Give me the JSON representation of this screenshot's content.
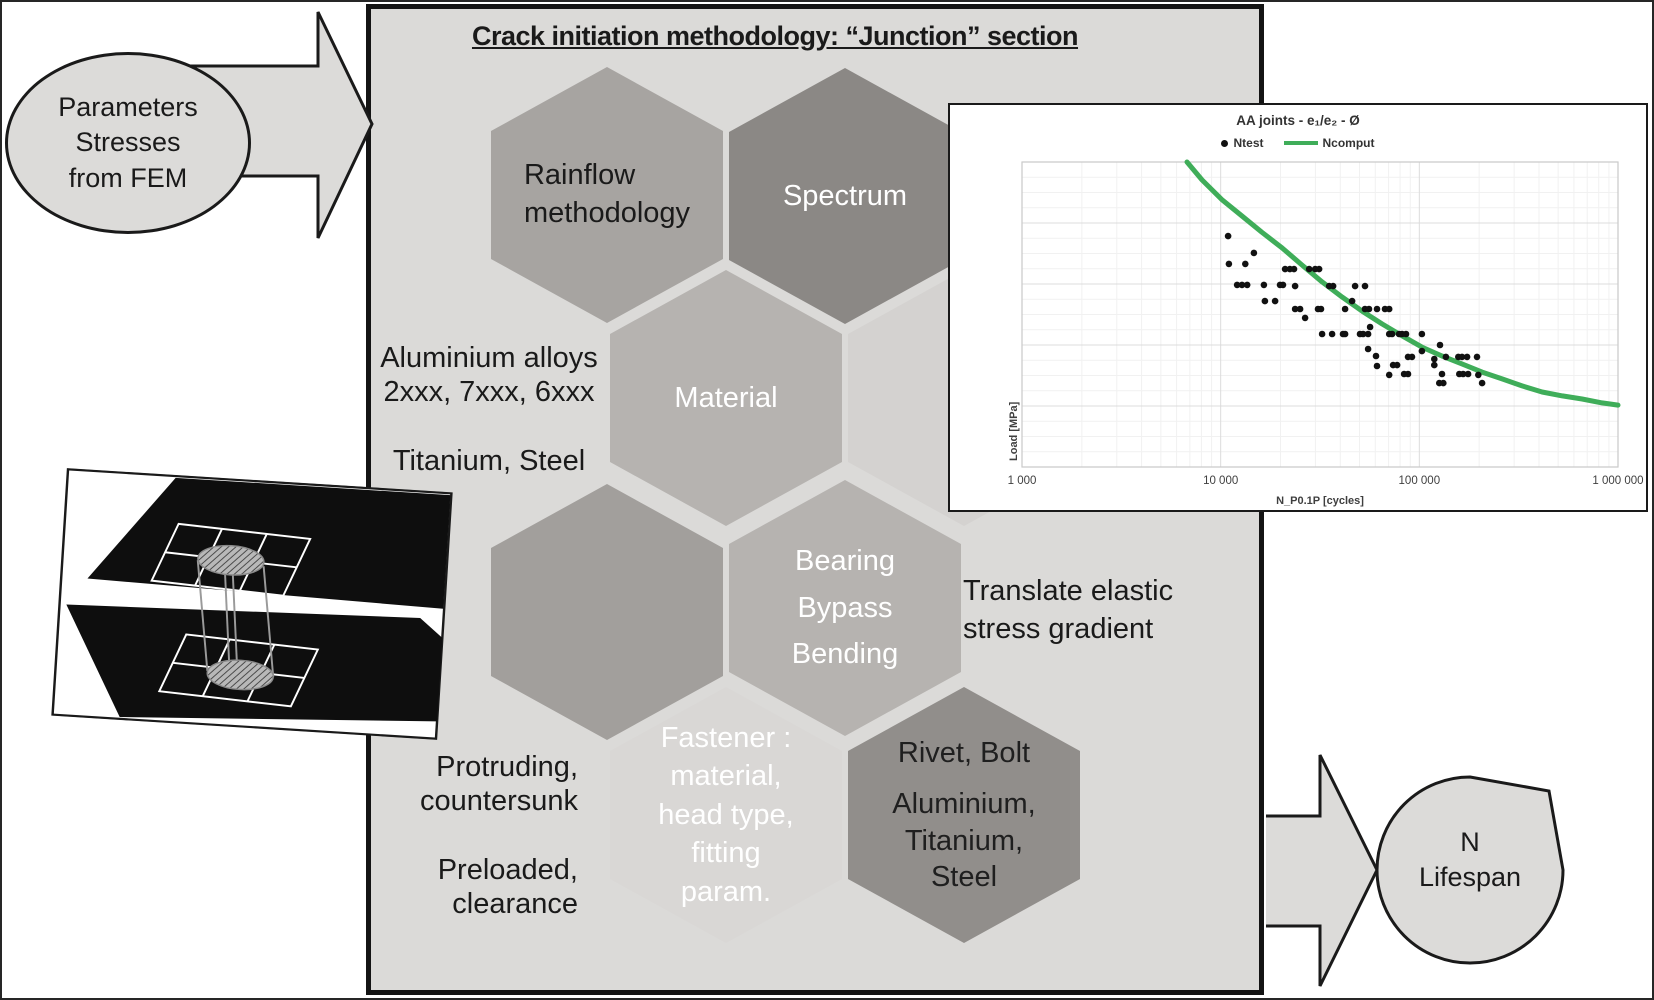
{
  "main": {
    "title": "Crack initiation methodology: “Junction” section"
  },
  "flow": {
    "input": {
      "text": "Parameters\nStresses\nfrom FEM"
    },
    "output": {
      "text": "N\nLifespan"
    }
  },
  "hexagons": {
    "rainflow": {
      "label": "Rainflow\nmethodology",
      "fill": "#a7a4a1",
      "text_color": "#1a1a1a"
    },
    "spectrum": {
      "label": "Spectrum",
      "fill": "#8b8885",
      "text_color": "#ffffff"
    },
    "material": {
      "label": "Material",
      "fill": "#b6b3b0",
      "text_color": "#ffffff"
    },
    "blank_light": {
      "label": "",
      "fill": "#d4d2d0",
      "text_color": "#ffffff"
    },
    "blank_dark": {
      "label": "",
      "fill": "#a29f9c",
      "text_color": "#ffffff"
    },
    "loads": {
      "label": "Bearing\nBypass\nBending",
      "fill": "#b6b3b0",
      "text_color": "#ffffff"
    },
    "fastener": {
      "label": "Fastener :\nmaterial,\nhead type,\nfitting\nparam.",
      "fill": "#d9d7d5",
      "text_color": "#ffffff"
    },
    "rivet": {
      "label": "Rivet, Bolt",
      "label2": "Aluminium,\nTitanium,\nSteel",
      "fill": "#918e8b",
      "text_color": "#1f1f1f"
    }
  },
  "annotations": {
    "materials": "Aluminium alloys\n2xxx, 7xxx, 6xxx\n\nTitanium, Steel",
    "gradient": "Translate elastic\nstress gradient",
    "fastener_types": "Protruding,\ncountersunk\n\nPreloaded,\nclearance"
  },
  "colors": {
    "panel_bg": "#dbdad8",
    "shape_fill": "#dcdbd9",
    "outline": "#1a1a1a",
    "curve_green": "#3fad59"
  },
  "chart_data": {
    "type": "scatter+line",
    "title": "AA joints - e₁/e₂ - Ø",
    "xlabel": "N_P0.1P [cycles]",
    "ylabel": "Load [MPa]",
    "x_scale": "log",
    "xlim": [
      1000,
      1000000
    ],
    "ylim": [
      0,
      1
    ],
    "ylim_note": "y axis has no numeric tick labels; load values are normalized 0-1 of plot height",
    "grid": "light gray major gridlines with log minor gridlines",
    "legend_position": "top-center",
    "x_ticks": [
      {
        "label": "1 000",
        "value": 1000
      },
      {
        "label": "10 000",
        "value": 10000
      },
      {
        "label": "100 000",
        "value": 100000
      },
      {
        "label": "1 000 000",
        "value": 1000000
      }
    ],
    "series": [
      {
        "name": "Ntest",
        "type": "scatter",
        "color": "#111111",
        "x": [
          10900,
          14700,
          11000,
          13300,
          21100,
          22300,
          23400,
          27900,
          29900,
          31300,
          12100,
          12800,
          13600,
          16500,
          19900,
          20600,
          23700,
          35200,
          36800,
          47500,
          53300,
          16700,
          18800,
          45900,
          23700,
          25100,
          30900,
          32000,
          42300,
          53300,
          55800,
          61200,
          67200,
          70500,
          26600,
          56500,
          32400,
          36400,
          41300,
          42300,
          50300,
          52100,
          55200,
          70500,
          72900,
          79100,
          81900,
          85700,
          103000,
          55200,
          103000,
          60500,
          87700,
          91800,
          127000,
          119000,
          136000,
          157000,
          164000,
          174000,
          195000,
          61200,
          73800,
          77300,
          70500,
          83800,
          87700,
          119000,
          130000,
          159000,
          166000,
          176000,
          198000,
          126000,
          132000,
          207000
        ],
        "y": [
          0.757,
          0.702,
          0.666,
          0.666,
          0.649,
          0.649,
          0.649,
          0.649,
          0.649,
          0.649,
          0.597,
          0.597,
          0.597,
          0.597,
          0.597,
          0.597,
          0.593,
          0.593,
          0.593,
          0.593,
          0.593,
          0.544,
          0.544,
          0.544,
          0.518,
          0.518,
          0.518,
          0.518,
          0.518,
          0.518,
          0.518,
          0.518,
          0.518,
          0.518,
          0.489,
          0.459,
          0.436,
          0.436,
          0.436,
          0.436,
          0.436,
          0.436,
          0.436,
          0.436,
          0.436,
          0.436,
          0.436,
          0.436,
          0.436,
          0.387,
          0.38,
          0.364,
          0.361,
          0.361,
          0.4,
          0.354,
          0.361,
          0.361,
          0.361,
          0.361,
          0.361,
          0.331,
          0.334,
          0.334,
          0.302,
          0.305,
          0.305,
          0.334,
          0.305,
          0.305,
          0.305,
          0.305,
          0.302,
          0.275,
          0.275,
          0.275
        ]
      },
      {
        "name": "Ncomput",
        "type": "line",
        "color": "#3fad59",
        "x": [
          6770,
          8060,
          10200,
          12800,
          16100,
          20400,
          25700,
          32400,
          40900,
          51500,
          65000,
          81900,
          103000,
          130000,
          164000,
          207000,
          261000,
          329000,
          415000,
          525000,
          660000,
          832000,
          1000000
        ],
        "y": [
          1.0,
          0.941,
          0.875,
          0.823,
          0.77,
          0.718,
          0.662,
          0.607,
          0.557,
          0.511,
          0.469,
          0.43,
          0.393,
          0.364,
          0.338,
          0.311,
          0.289,
          0.266,
          0.246,
          0.233,
          0.223,
          0.21,
          0.203
        ]
      }
    ]
  }
}
